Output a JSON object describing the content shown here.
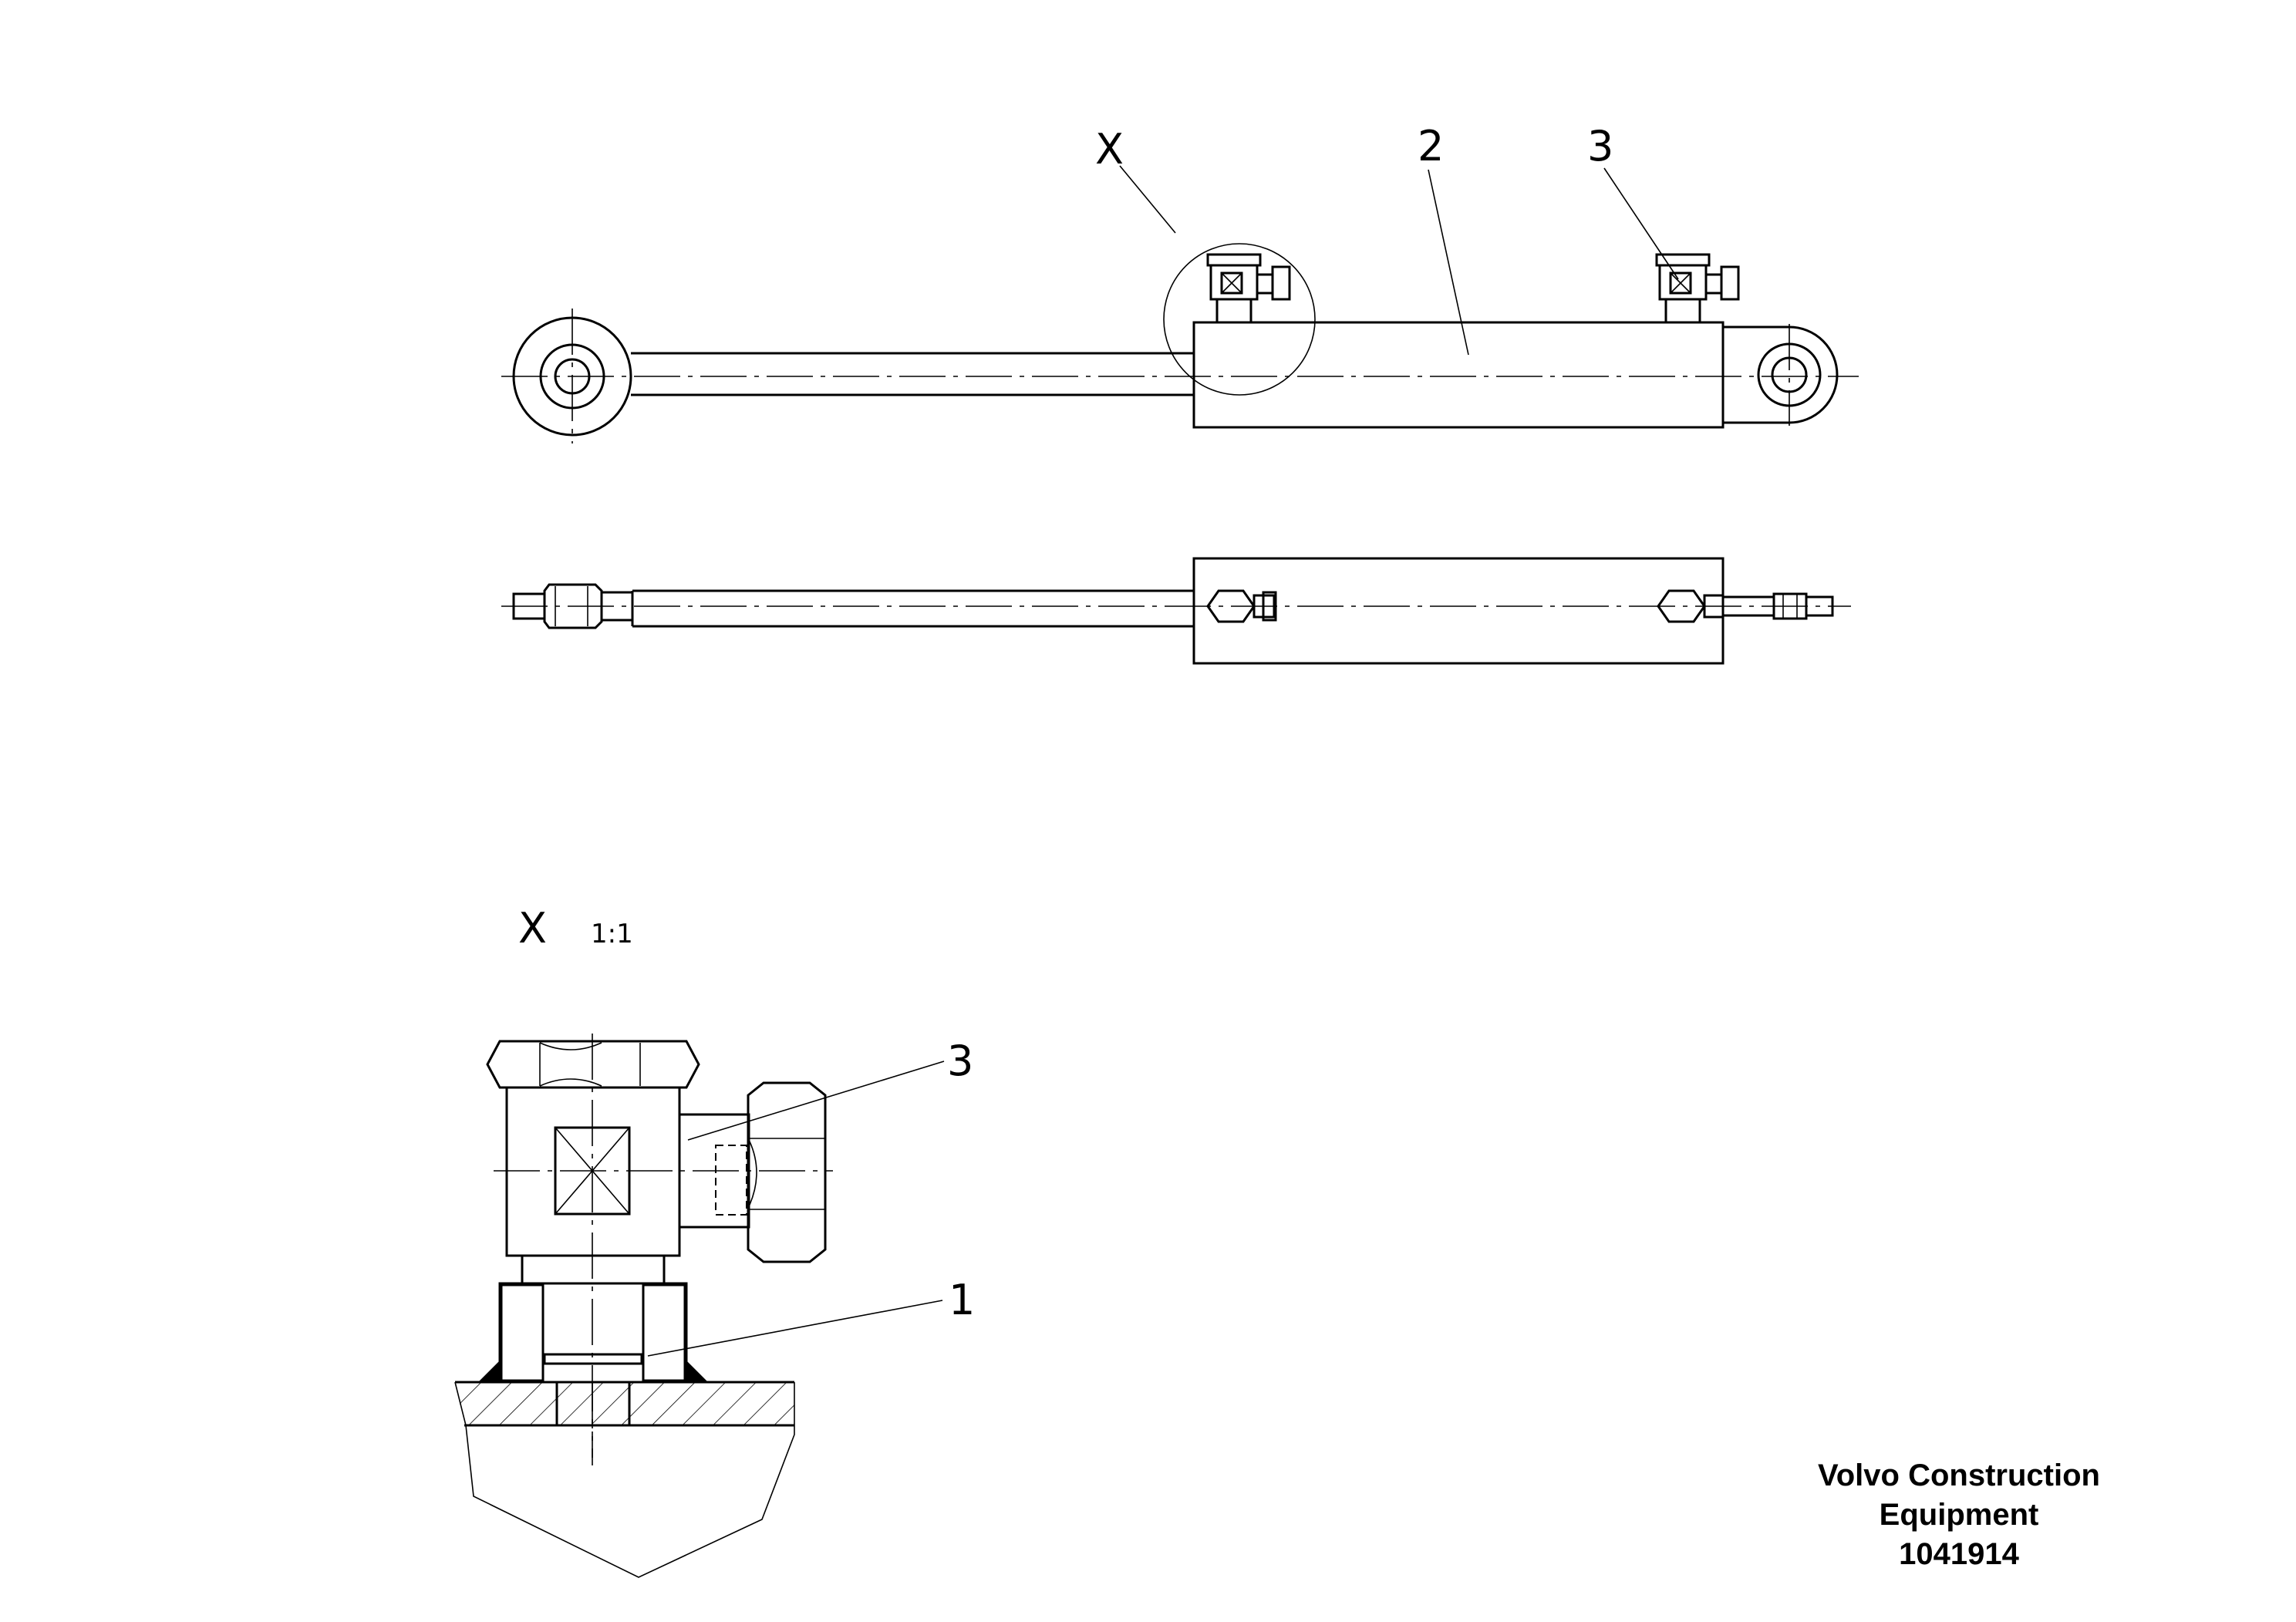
{
  "callouts": {
    "detail_marker": "X",
    "item_2": "2",
    "item_3_top": "3",
    "item_3_detail": "3",
    "item_1_detail": "1"
  },
  "detail_view": {
    "label": "X",
    "scale": "1:1"
  },
  "footer": {
    "line1": "Volvo Construction",
    "line2": "Equipment",
    "doc_number": "1041914"
  }
}
